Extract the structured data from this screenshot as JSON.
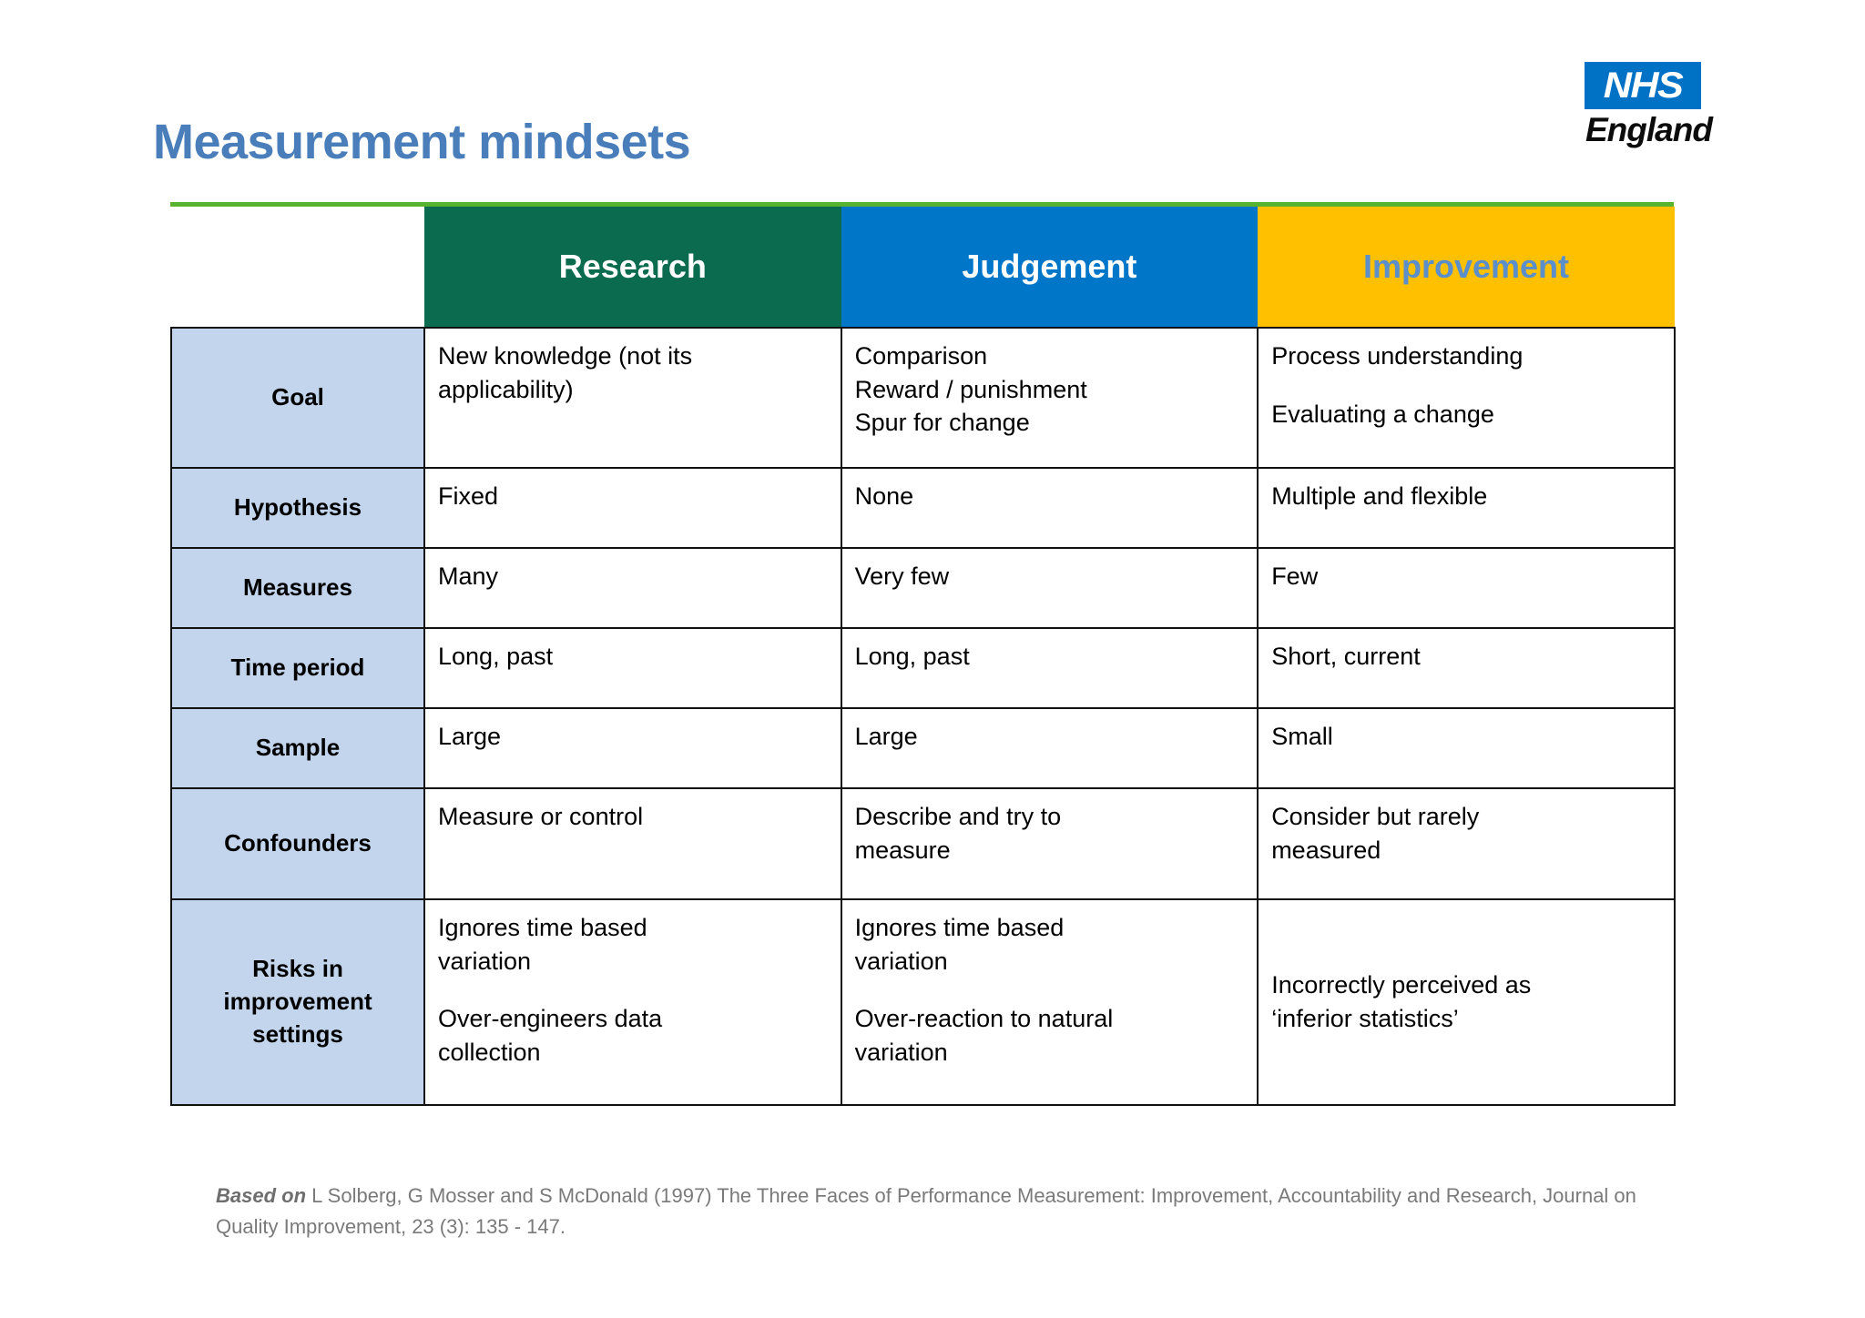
{
  "slide": {
    "title": "Measurement mindsets",
    "title_color": "#4a7ebb"
  },
  "logo": {
    "box_text": "NHS",
    "sub_text": "England",
    "box_color": "#0072c6",
    "sub_color": "#0c0c0c"
  },
  "accent": {
    "green_rule_color": "#57b230"
  },
  "table": {
    "columns": [
      {
        "label": "",
        "bg": "#ffffff",
        "fg": "#ffffff"
      },
      {
        "label": "Research",
        "bg": "#0b6b4f",
        "fg": "#ffffff"
      },
      {
        "label": "Judgement",
        "bg": "#0076c8",
        "fg": "#ffffff"
      },
      {
        "label": "Improvement",
        "bg": "#ffc000",
        "fg": "#5b8fcc"
      }
    ],
    "label_bg": "#c3d5ec",
    "rows": [
      {
        "label": "Goal",
        "research": [
          "New knowledge (not its applicability)"
        ],
        "judgement": [
          "Comparison",
          "Reward / punishment",
          "Spur for change"
        ],
        "improvement": [
          "Process understanding",
          "Evaluating a change"
        ],
        "improvement_gap_after": 0
      },
      {
        "label": "Hypothesis",
        "research": [
          "Fixed"
        ],
        "judgement": [
          "None"
        ],
        "improvement": [
          "Multiple and flexible"
        ]
      },
      {
        "label": "Measures",
        "research": [
          "Many"
        ],
        "judgement": [
          "Very few"
        ],
        "improvement": [
          "Few"
        ]
      },
      {
        "label": "Time period",
        "research": [
          "Long, past"
        ],
        "judgement": [
          "Long, past"
        ],
        "improvement": [
          "Short, current"
        ]
      },
      {
        "label": "Sample",
        "research": [
          "Large"
        ],
        "judgement": [
          "Large"
        ],
        "improvement": [
          "Small"
        ]
      },
      {
        "label": "Confounders",
        "research": [
          "Measure or control"
        ],
        "judgement": [
          "Describe and try to measure"
        ],
        "improvement": [
          "Consider but rarely measured"
        ]
      },
      {
        "label": "Risks in improvement settings",
        "research": [
          "Ignores time based variation",
          "Over-engineers data collection"
        ],
        "judgement": [
          "Ignores time based variation",
          "Over-reaction to natural variation"
        ],
        "improvement": [
          "Incorrectly perceived as ‘inferior statistics’"
        ]
      }
    ],
    "cells": {
      "goal": {
        "research_l1": "New knowledge (not its",
        "research_l2": "applicability)",
        "judgement_l1": "Comparison",
        "judgement_l2": "Reward / punishment",
        "judgement_l3": "Spur for change",
        "improvement_l1": "Process understanding",
        "improvement_l2": "Evaluating a change"
      },
      "hypothesis": {
        "research": "Fixed",
        "judgement": "None",
        "improvement": "Multiple and flexible"
      },
      "measures": {
        "research": "Many",
        "judgement": "Very few",
        "improvement": "Few"
      },
      "time_period": {
        "research": "Long, past",
        "judgement": "Long, past",
        "improvement": "Short, current"
      },
      "sample": {
        "research": "Large",
        "judgement": "Large",
        "improvement": "Small"
      },
      "confounders": {
        "research": "Measure or control",
        "judgement_l1": "Describe and try to",
        "judgement_l2": "measure",
        "improvement_l1": "Consider but rarely",
        "improvement_l2": "measured"
      },
      "risks": {
        "label_l1": "Risks in",
        "label_l2": "improvement",
        "label_l3": "settings",
        "research_l1": "Ignores time based",
        "research_l2": "variation",
        "research_l3": "Over-engineers data",
        "research_l4": "collection",
        "judgement_l1": "Ignores time based",
        "judgement_l2": "variation",
        "judgement_l3": "Over-reaction to natural",
        "judgement_l4": "variation",
        "improvement_l1": "Incorrectly perceived as",
        "improvement_l2": "‘inferior statistics’"
      }
    }
  },
  "citation": {
    "lead": "Based on",
    "rest": " L Solberg, G Mosser and S McDonald (1997) The Three Faces of Performance Measurement: Improvement, Accountability and Research, Journal on Quality Improvement, 23 (3): 135 - 147."
  }
}
